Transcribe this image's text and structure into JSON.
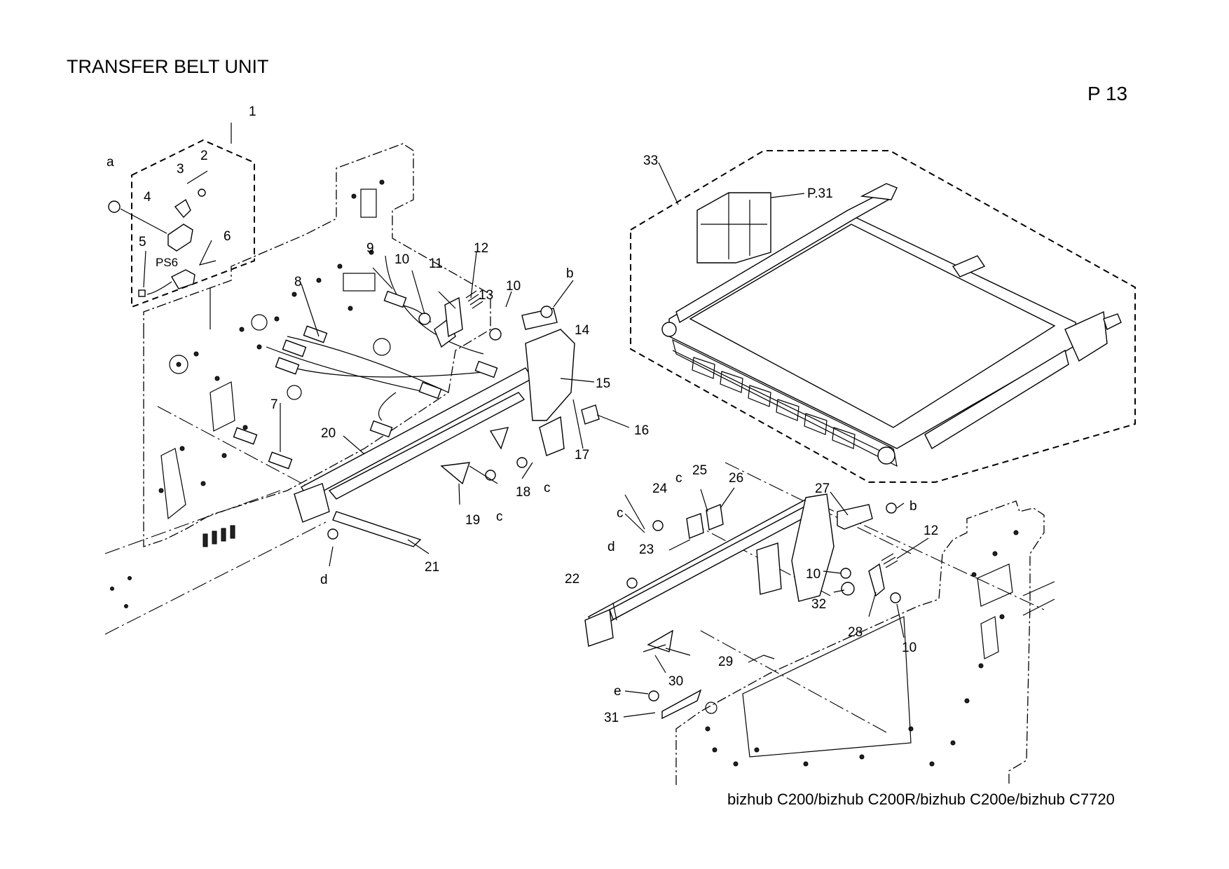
{
  "title": "TRANSFER BELT UNIT",
  "page": "P 13",
  "models": "bizhub C200/bizhub C200R/bizhub C200e/bizhub C7720",
  "callouts": {
    "c1": "1",
    "c2": "2",
    "c3": "3",
    "c4": "4",
    "c5": "5",
    "c6": "6",
    "ps6": "PS6",
    "ca": "a",
    "c7": "7",
    "c8": "8",
    "c9": "9",
    "c10a": "10",
    "c11": "11",
    "c12a": "12",
    "c13": "13",
    "c10b": "10",
    "cb1": "b",
    "c14": "14",
    "c15": "15",
    "c16": "16",
    "c17": "17",
    "c20": "20",
    "c18": "18",
    "cc1": "c",
    "c19": "19",
    "cc2": "c",
    "c21": "21",
    "cd1": "d",
    "c33": "33",
    "p31": "P.31",
    "cc3": "c",
    "c25": "25",
    "c26": "26",
    "c24": "24",
    "cc4": "c",
    "c27": "27",
    "cb2": "b",
    "cd2": "d",
    "c23": "23",
    "c12b": "12",
    "c10c": "10",
    "c32": "32",
    "c22": "22",
    "c28": "28",
    "c10d": "10",
    "c29": "29",
    "c30": "30",
    "ce": "e",
    "c31": "31"
  }
}
